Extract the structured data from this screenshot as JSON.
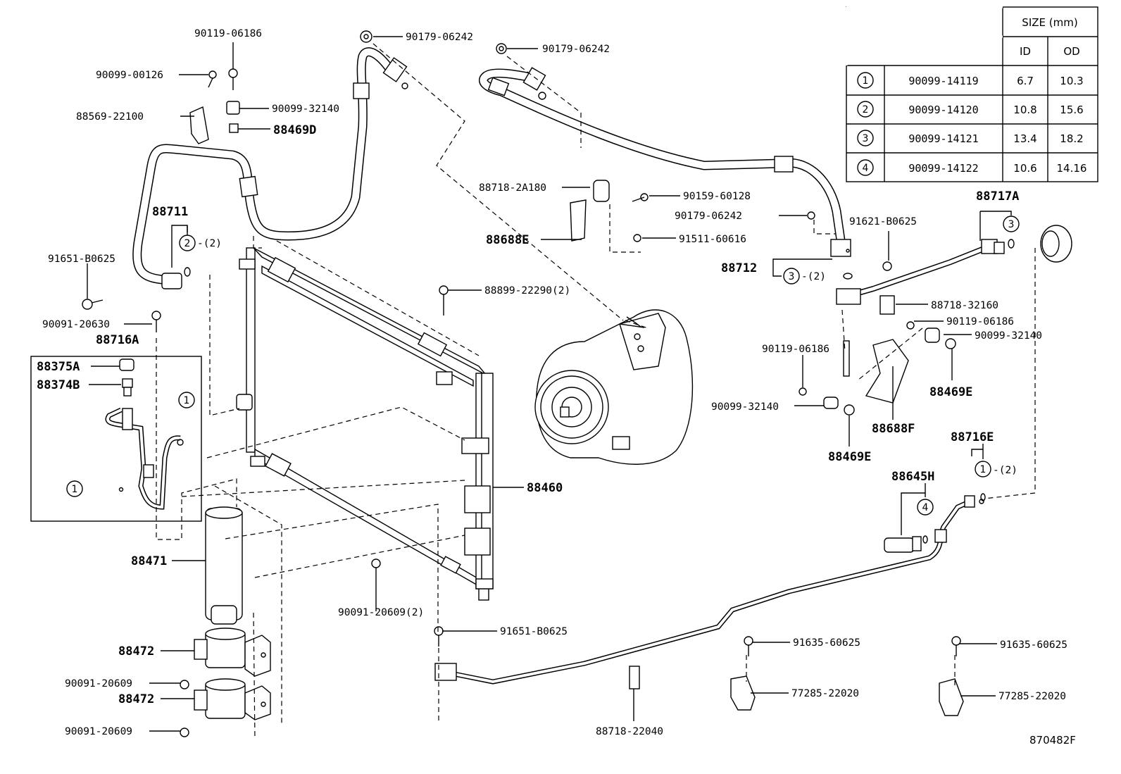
{
  "diagram_id": "870482F",
  "size_table": {
    "header": "SIZE (mm)",
    "col_id": "ID",
    "col_od": "OD",
    "rows": [
      {
        "idx": "1",
        "part": "90099-14119",
        "id": "6.7",
        "od": "10.3"
      },
      {
        "idx": "2",
        "part": "90099-14120",
        "id": "10.8",
        "od": "15.6"
      },
      {
        "idx": "3",
        "part": "90099-14121",
        "id": "13.4",
        "od": "18.2"
      },
      {
        "idx": "4",
        "part": "90099-14122",
        "id": "10.6",
        "od": "14.16"
      }
    ]
  },
  "labels": {
    "l01": "90119-06186",
    "l02": "90099-00126",
    "l03": "88569-22100",
    "l04": "90099-32140",
    "l05": "88469D",
    "l06": "90179-06242",
    "l07": "90179-06242",
    "l08": "88711",
    "l09": "-(2)",
    "l10": "91651-B0625",
    "l11": "90091-20630",
    "l12": "88716A",
    "l13": "88375A",
    "l14": "88374B",
    "l15": "88718-2A180",
    "l16": "90159-60128",
    "l17": "88688E",
    "l18": "91511-60616",
    "l19": "88899-22290(2)",
    "l20": "90179-06242",
    "l21": "91621-B0625",
    "l22": "88717A",
    "l23": "88712",
    "l24": "-(2)",
    "l25": "88718-32160",
    "l26": "90119-06186",
    "l27": "90099-32140",
    "l28": "90119-06186",
    "l29": "88469E",
    "l30": "90099-32140",
    "l31": "88688F",
    "l32": "88469E",
    "l33": "88716E",
    "l34": "-(2)",
    "l35": "88645H",
    "l36": "88460",
    "l37": "88471",
    "l38": "90091-20609(2)",
    "l39": "91651-B0625",
    "l40": "88472",
    "l41": "90091-20609",
    "l42": "88472",
    "l43": "90091-20609",
    "l44": "91635-60625",
    "l45": "91635-60625",
    "l46": "77285-22020",
    "l47": "77285-22020",
    "l48": "88718-22040"
  },
  "callouts": {
    "c1": "2",
    "c2": "1",
    "c3": "1",
    "c4": "3",
    "c5": "3",
    "c6": "1",
    "c7": "4"
  }
}
